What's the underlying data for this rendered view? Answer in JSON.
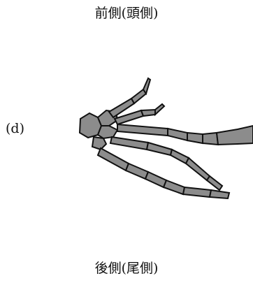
{
  "labels": {
    "top": "前側(頭側)",
    "bottom": "後側(尾側)",
    "panel": "(d)"
  },
  "colors": {
    "bone_fill": "#8c8c8c",
    "outline": "#111111",
    "background": "#ffffff"
  }
}
